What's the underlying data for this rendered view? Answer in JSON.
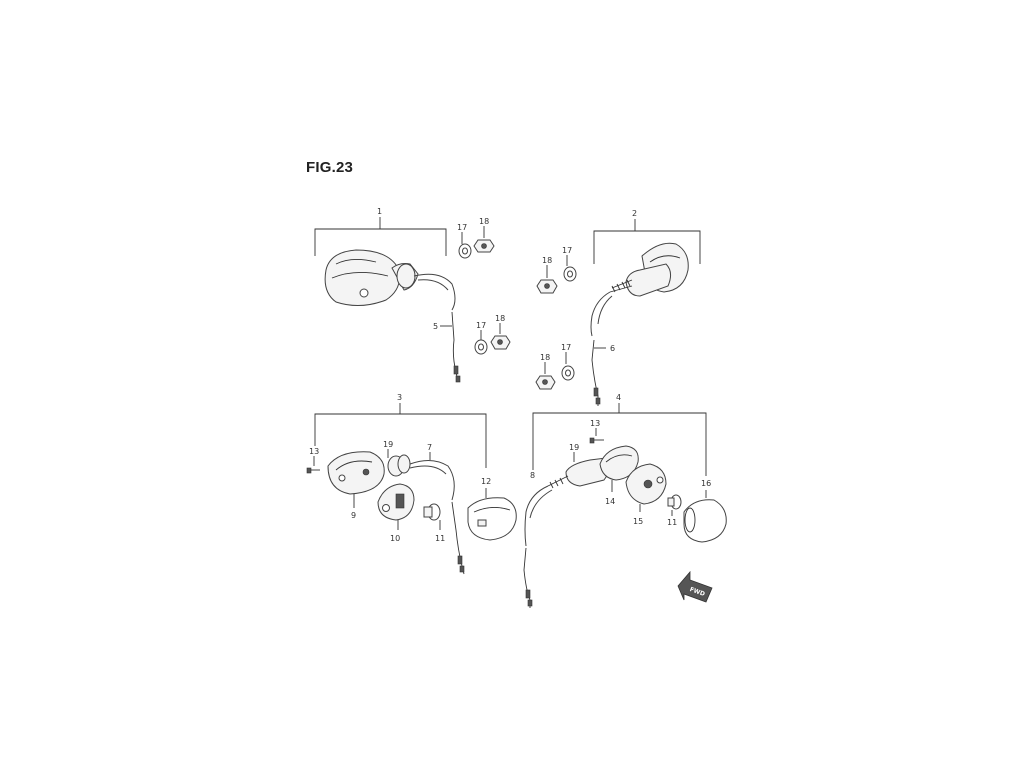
{
  "figure": {
    "title": "FIG.23",
    "fwd_label": "FWD"
  },
  "callouts": [
    "1",
    "2",
    "3",
    "4",
    "5",
    "6",
    "7",
    "8",
    "9",
    "10",
    "11",
    "12",
    "13",
    "14",
    "15",
    "16",
    "17",
    "18",
    "19"
  ]
}
